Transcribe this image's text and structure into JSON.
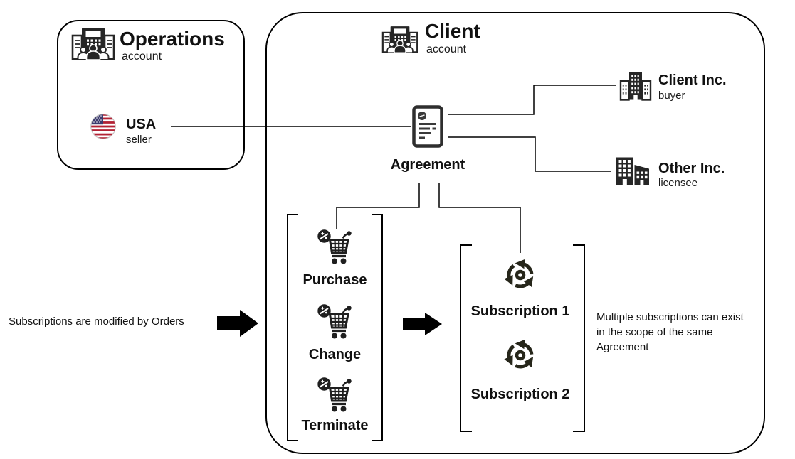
{
  "meta": {
    "colors": {
      "background": "#ffffff",
      "line": "#000000",
      "ink": "#1f1f1f",
      "flag_red": "#B22234",
      "flag_blue": "#3C3B6E"
    },
    "icons": {
      "account_header": "company-icon",
      "usa": "usa-flag-icon",
      "agreement": "contract-document-icon",
      "client_inc": "office-building-icon",
      "other_inc": "two-buildings-icon",
      "order": "shopping-cart-discount-icon",
      "subscription": "circular-arrows-icon",
      "flow": "right-arrow-icon"
    }
  },
  "operations": {
    "title": "Operations",
    "subtitle": "account"
  },
  "usa": {
    "label": "USA",
    "sublabel": "seller"
  },
  "client": {
    "title": "Client",
    "subtitle": "account"
  },
  "agreement": {
    "label": "Agreement"
  },
  "client_inc": {
    "label": "Client Inc.",
    "sublabel": "buyer"
  },
  "other_inc": {
    "label": "Other Inc.",
    "sublabel": "licensee"
  },
  "orders": {
    "items": [
      {
        "label": "Purchase"
      },
      {
        "label": "Change"
      },
      {
        "label": "Terminate"
      }
    ]
  },
  "subscriptions": {
    "items": [
      {
        "label": "Subscription 1"
      },
      {
        "label": "Subscription 2"
      }
    ]
  },
  "notes": {
    "left": "Subscriptions are modified by Orders",
    "right": "Multiple subscriptions can exist in the scope of the same Agreement"
  }
}
